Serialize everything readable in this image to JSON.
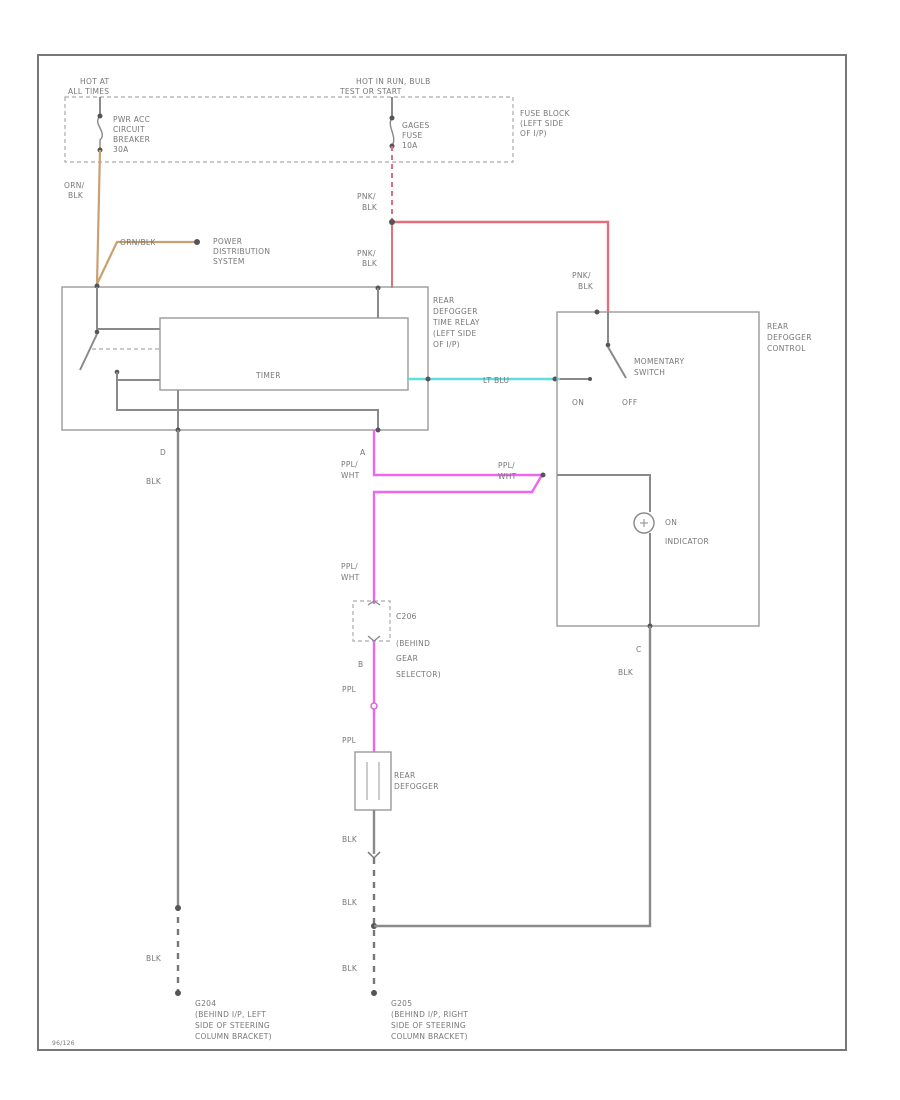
{
  "colors": {
    "wire_orn_blk": "#c9a070",
    "wire_pnk_blk": "#e0707a",
    "wire_lt_blu": "#60dede",
    "wire_ppl_wht": "#ee66ee",
    "wire_ppl": "#ee66ee",
    "wire_blk": "#8a8a8a"
  },
  "header": {
    "hot_at_all_times_1": "HOT AT",
    "hot_at_all_times_2": "ALL TIMES",
    "hot_in_run_1": "HOT IN RUN, BULB",
    "hot_in_run_2": "TEST OR START"
  },
  "fuse_block": {
    "pwr_acc_1": "PWR ACC",
    "pwr_acc_2": "CIRCUIT",
    "pwr_acc_3": "BREAKER",
    "pwr_acc_4": "30A",
    "gages_1": "GAGES",
    "gages_2": "FUSE",
    "gages_3": "10A",
    "location_1": "FUSE BLOCK",
    "location_2": "(LEFT SIDE",
    "location_3": "OF I/P)"
  },
  "wires": {
    "orn_blk_1": "ORN/",
    "orn_blk_2": "BLK",
    "orn_blk_inline": "ORN/BLK",
    "pnk_blk_a1": "PNK/",
    "pnk_blk_a2": "BLK",
    "pnk_blk_b1": "PNK/",
    "pnk_blk_b2": "BLK",
    "pnk_blk_c1": "PNK/",
    "pnk_blk_c2": "BLK",
    "lt_blu": "LT BLU",
    "ppl_wht_a1": "PPL/",
    "ppl_wht_a2": "WHT",
    "ppl_wht_b1": "PPL/",
    "ppl_wht_b2": "WHT",
    "ppl_wht_c1": "PPL/",
    "ppl_wht_c2": "WHT",
    "ppl_a": "PPL",
    "ppl_b": "PPL",
    "blk_d": "BLK",
    "blk_c": "BLK",
    "blk_def": "BLK",
    "blk_mid": "BLK",
    "blk_left_low": "BLK",
    "blk_right_low": "BLK"
  },
  "power_distribution": {
    "line1": "POWER",
    "line2": "DISTRIBUTION",
    "line3": "SYSTEM"
  },
  "relay": {
    "line1": "REAR",
    "line2": "DEFOGGER",
    "line3": "TIME RELAY",
    "line4": "(LEFT SIDE",
    "line5": "OF I/P)",
    "timer": "TIMER",
    "pin_d": "D",
    "pin_a": "A"
  },
  "control": {
    "line1": "REAR",
    "line2": "DEFOGGER",
    "line3": "CONTROL",
    "switch_1": "MOMENTARY",
    "switch_2": "SWITCH",
    "on": "ON",
    "off": "OFF",
    "indicator_1": "ON",
    "indicator_2": "INDICATOR",
    "pin_c": "C"
  },
  "connector": {
    "line1": "C206",
    "line2": "(BEHIND",
    "line3": "GEAR",
    "line4": "SELECTOR)",
    "pin_b": "B"
  },
  "defogger": {
    "line1": "REAR",
    "line2": "DEFOGGER"
  },
  "grounds": {
    "left_1": "G204",
    "left_2": "(BEHIND I/P, LEFT",
    "left_3": "SIDE OF STEERING",
    "left_4": "COLUMN BRACKET)",
    "right_1": "G205",
    "right_2": "(BEHIND I/P, RIGHT",
    "right_3": "SIDE OF STEERING",
    "right_4": "COLUMN BRACKET)"
  },
  "footer_code": "96/126"
}
